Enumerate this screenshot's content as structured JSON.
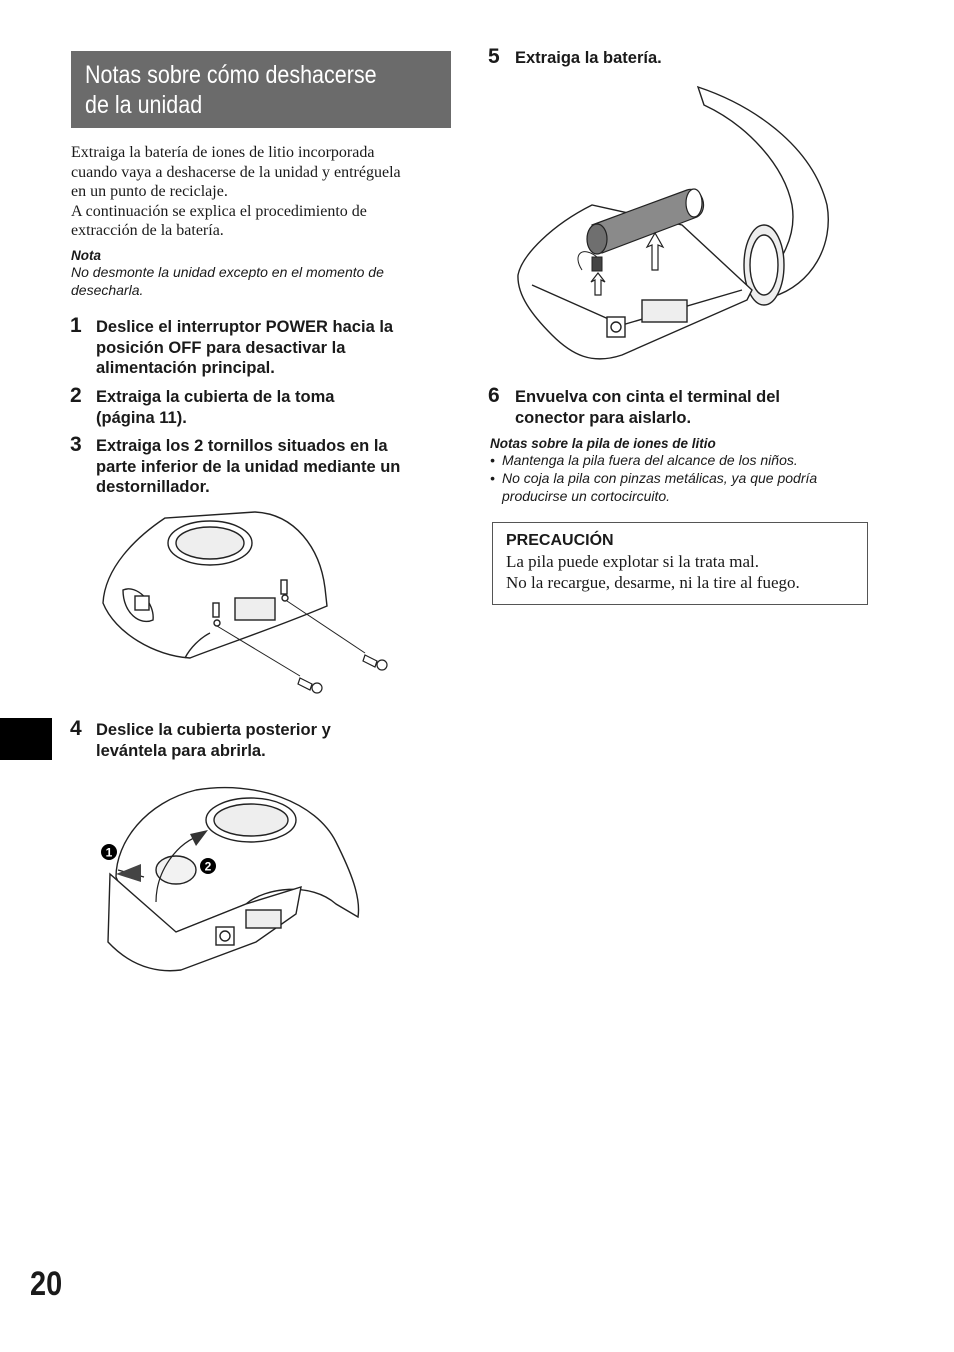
{
  "heading": {
    "line1": "Notas sobre cómo deshacerse",
    "line2": "de la unidad"
  },
  "intro": [
    "Extraiga la batería de iones de litio incorporada",
    "cuando vaya a deshacerse de la unidad y entréguela",
    "en un punto de reciclaje.",
    "A continuación se explica el procedimiento de",
    "extracción de la batería."
  ],
  "note": {
    "label": "Nota",
    "lines": [
      "No desmonte la unidad excepto en el momento de",
      "desecharla."
    ]
  },
  "steps": [
    {
      "num": "1",
      "lines": [
        "Deslice el interruptor POWER hacia la",
        "posición OFF para desactivar la",
        "alimentación principal."
      ]
    },
    {
      "num": "2",
      "lines": [
        "Extraiga la cubierta de la toma",
        "(página 11)."
      ]
    },
    {
      "num": "3",
      "lines": [
        "Extraiga los 2 tornillos situados en la",
        "parte inferior de la unidad mediante un",
        "destornillador."
      ]
    },
    {
      "num": "4",
      "lines": [
        "Deslice la cubierta posterior y",
        "levántela para abrirla."
      ]
    },
    {
      "num": "5",
      "lines": [
        "Extraiga la batería."
      ]
    },
    {
      "num": "6",
      "lines": [
        "Envuelva con cinta el terminal del",
        "conector para aislarlo."
      ]
    }
  ],
  "figure4_callouts": [
    "1",
    "2"
  ],
  "battery_notes": {
    "title": "Notas sobre la pila de iones de litio",
    "items": [
      {
        "bullet": "•",
        "lines": [
          "Mantenga la pila fuera del alcance de los niños."
        ]
      },
      {
        "bullet": "•",
        "lines": [
          "No coja la pila con pinzas metálicas, ya que podría",
          "producirse un cortocircuito."
        ]
      }
    ]
  },
  "caution": {
    "title": "PRECAUCIÓN",
    "lines": [
      "La pila puede explotar si la trata mal.",
      "No la recargue, desarme, ni la tire al fuego."
    ]
  },
  "page_number": "20"
}
